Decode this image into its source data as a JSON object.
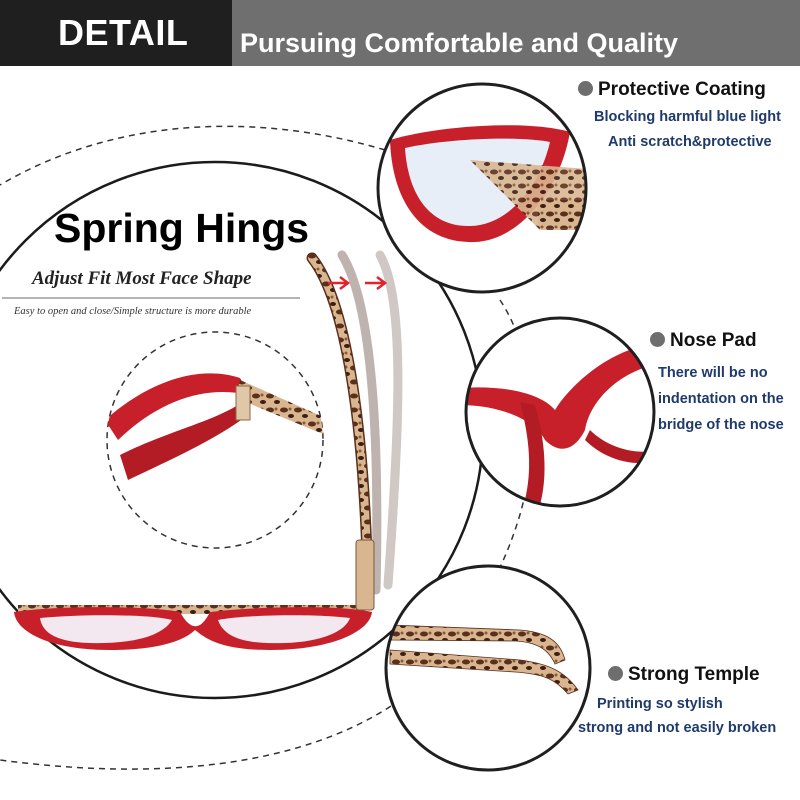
{
  "header": {
    "title": "DETAIL",
    "subtitle": "Pursuing Comfortable and Quality"
  },
  "spring_hinge": {
    "title": "Spring Hings",
    "subtitle": "Adjust Fit Most Face Shape",
    "note": "Easy to open and close/Simple structure is more durable"
  },
  "features": {
    "coating": {
      "title": "Protective Coating",
      "lines": [
        "Blocking harmful blue light",
        "Anti scratch&protective"
      ]
    },
    "nose_pad": {
      "title": "Nose Pad",
      "lines": [
        "There will be no",
        "indentation on the",
        "bridge of the nose"
      ]
    },
    "temple": {
      "title": "Strong Temple",
      "lines": [
        "Printing so stylish",
        "strong and not easily broken"
      ]
    }
  },
  "colors": {
    "frame_red": "#c8202a",
    "tortoise": "#6b3f2a",
    "heading_dark": "#1f1f1f",
    "heading_gray": "#6f6f6f",
    "feature_text": "#1f3a6b",
    "bullet": "#6e6e6e"
  }
}
